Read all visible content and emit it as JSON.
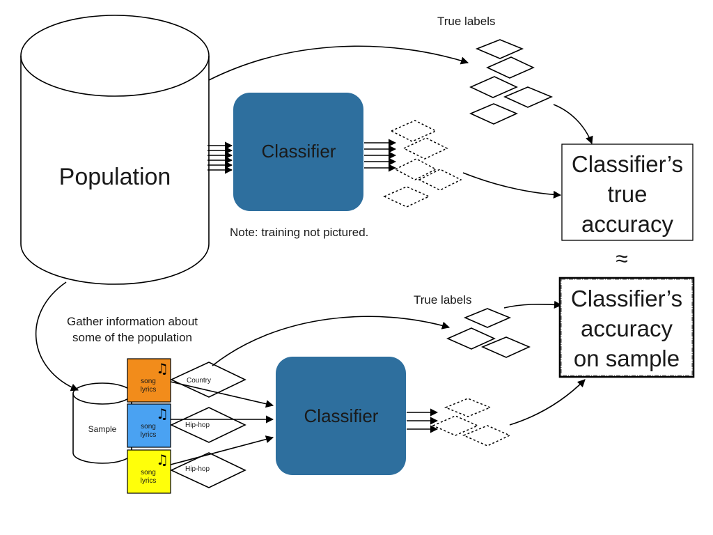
{
  "top": {
    "population_label": "Population",
    "classifier_label": "Classifier",
    "true_labels": "True labels",
    "note": "Note: training not pictured.",
    "true_accuracy_lines": [
      "Classifier’s",
      "true",
      "accuracy"
    ]
  },
  "approx_symbol": "≈",
  "bottom": {
    "gather_lines": [
      "Gather information about",
      "some of the population"
    ],
    "sample_label": "Sample",
    "true_labels": "True labels",
    "classifier_label": "Classifier",
    "sample_accuracy_lines": [
      "Classifier’s",
      "accuracy",
      "on sample"
    ],
    "songs": [
      {
        "label_line1": "song",
        "label_line2": "lyrics",
        "genre": "Country",
        "color": "#f28c1b",
        "icon": "music-note-icon"
      },
      {
        "label_line1": "song",
        "label_line2": "lyrics",
        "genre": "Hip-hop",
        "color": "#4aa2f2",
        "icon": "music-note-icon"
      },
      {
        "label_line1": "song",
        "label_line2": "lyrics",
        "genre": "Hip-hop",
        "color": "#ffff0a",
        "icon": "music-note-icon"
      }
    ]
  },
  "colors": {
    "classifier_fill": "#2e6f9e",
    "classifier_text": "#ffffff"
  }
}
